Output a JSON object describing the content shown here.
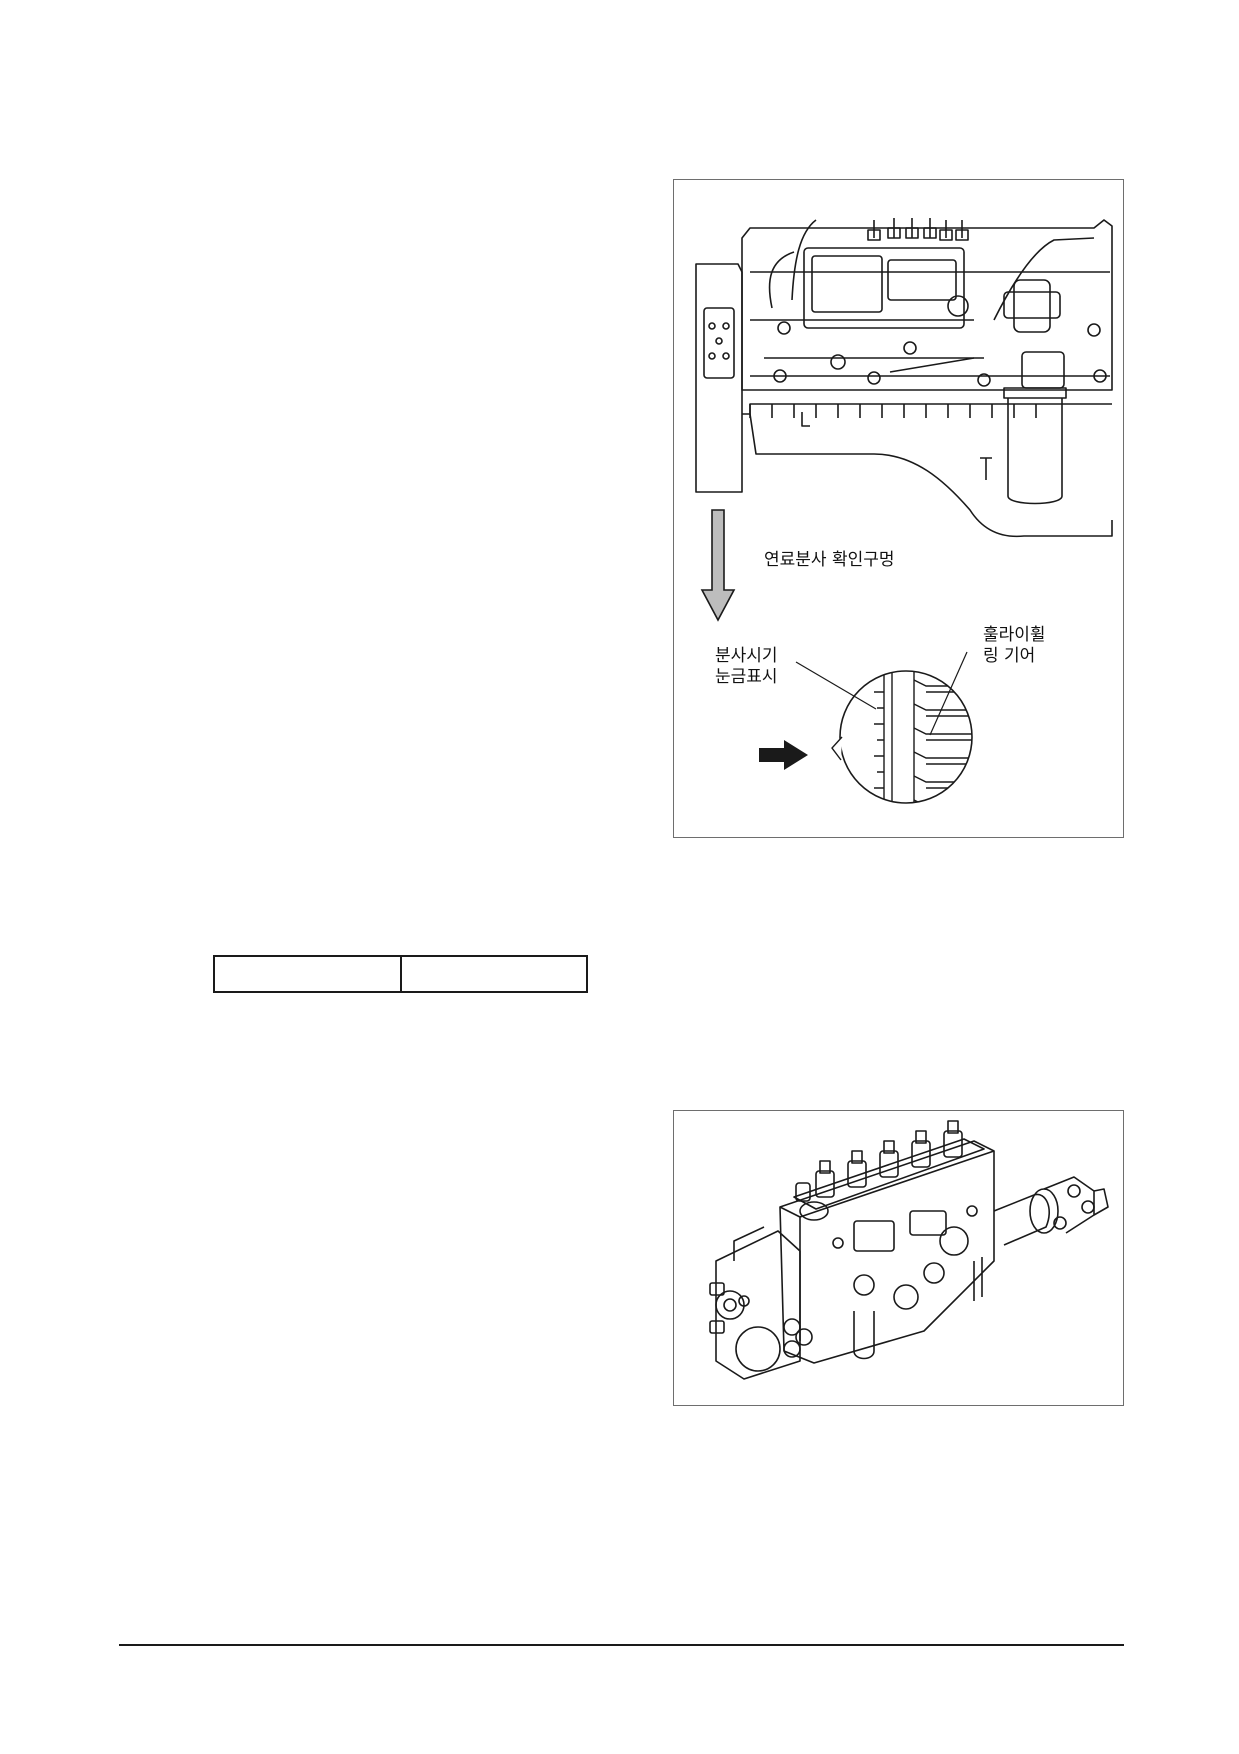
{
  "figure_engine": {
    "callouts": {
      "inspection_hole": "연료분사 확인구멍",
      "timing_mark": [
        "분사시기",
        "눈금표시"
      ],
      "flywheel_gear": [
        "훌라이휠",
        "링 기어"
      ]
    }
  },
  "spec_table": {
    "rows": [
      [
        "",
        ""
      ]
    ]
  },
  "figure_pump": {},
  "colors": {
    "line": "#1a1a1a",
    "frame": "#6e6e6e",
    "arrow_fill": "#bdbdbd"
  }
}
